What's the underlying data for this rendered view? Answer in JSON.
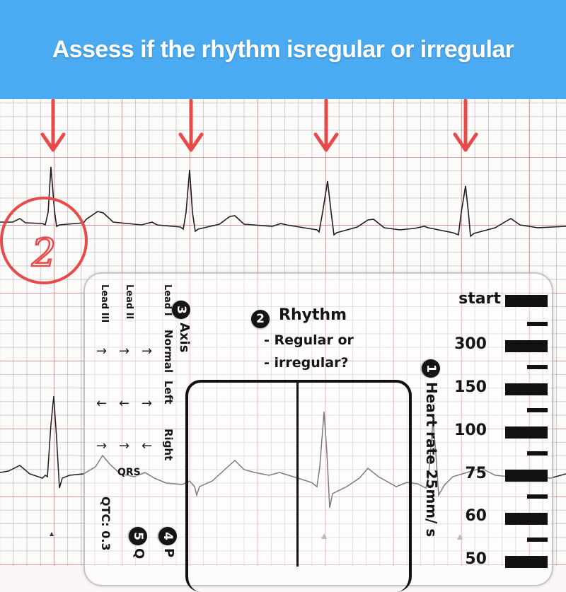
{
  "banner": {
    "title": "Assess if the rhythm isregular or irregular",
    "background": "#4aabf2"
  },
  "annotation": {
    "circled_number": "2",
    "arrow_color": "#e84a4a",
    "arrow_count": 4
  },
  "ruler": {
    "sections": {
      "heart_rate": {
        "number": "1",
        "title": "Heart rate 25mm/ s"
      },
      "rhythm": {
        "number": "2",
        "title": "Rhythm",
        "lines": [
          "- Regular or",
          "- irregular?"
        ]
      },
      "axis": {
        "number": "3",
        "title": "Axis",
        "leads": [
          "Lead I",
          "Lead II",
          "Lead III"
        ],
        "rows": [
          {
            "label": "Normal",
            "arrows": [
              "→",
              "→",
              "→"
            ]
          },
          {
            "label": "Left",
            "arrows": [
              "←",
              "←",
              "→"
            ]
          },
          {
            "label": "Right",
            "arrows": [
              "→",
              "→",
              "←"
            ]
          }
        ]
      },
      "p_wave": {
        "number": "4",
        "title": "P"
      },
      "qrs": {
        "number": "5",
        "title": "Q",
        "label": "QRS"
      },
      "qtc": {
        "title": "QTC: 0.3"
      }
    },
    "rate_scale": [
      "start",
      "300",
      "150",
      "100",
      "75",
      "60",
      "50"
    ]
  },
  "ecg": {
    "strips": 2,
    "paper_grid_color": "#c8788a",
    "trace_color": "#222222"
  }
}
